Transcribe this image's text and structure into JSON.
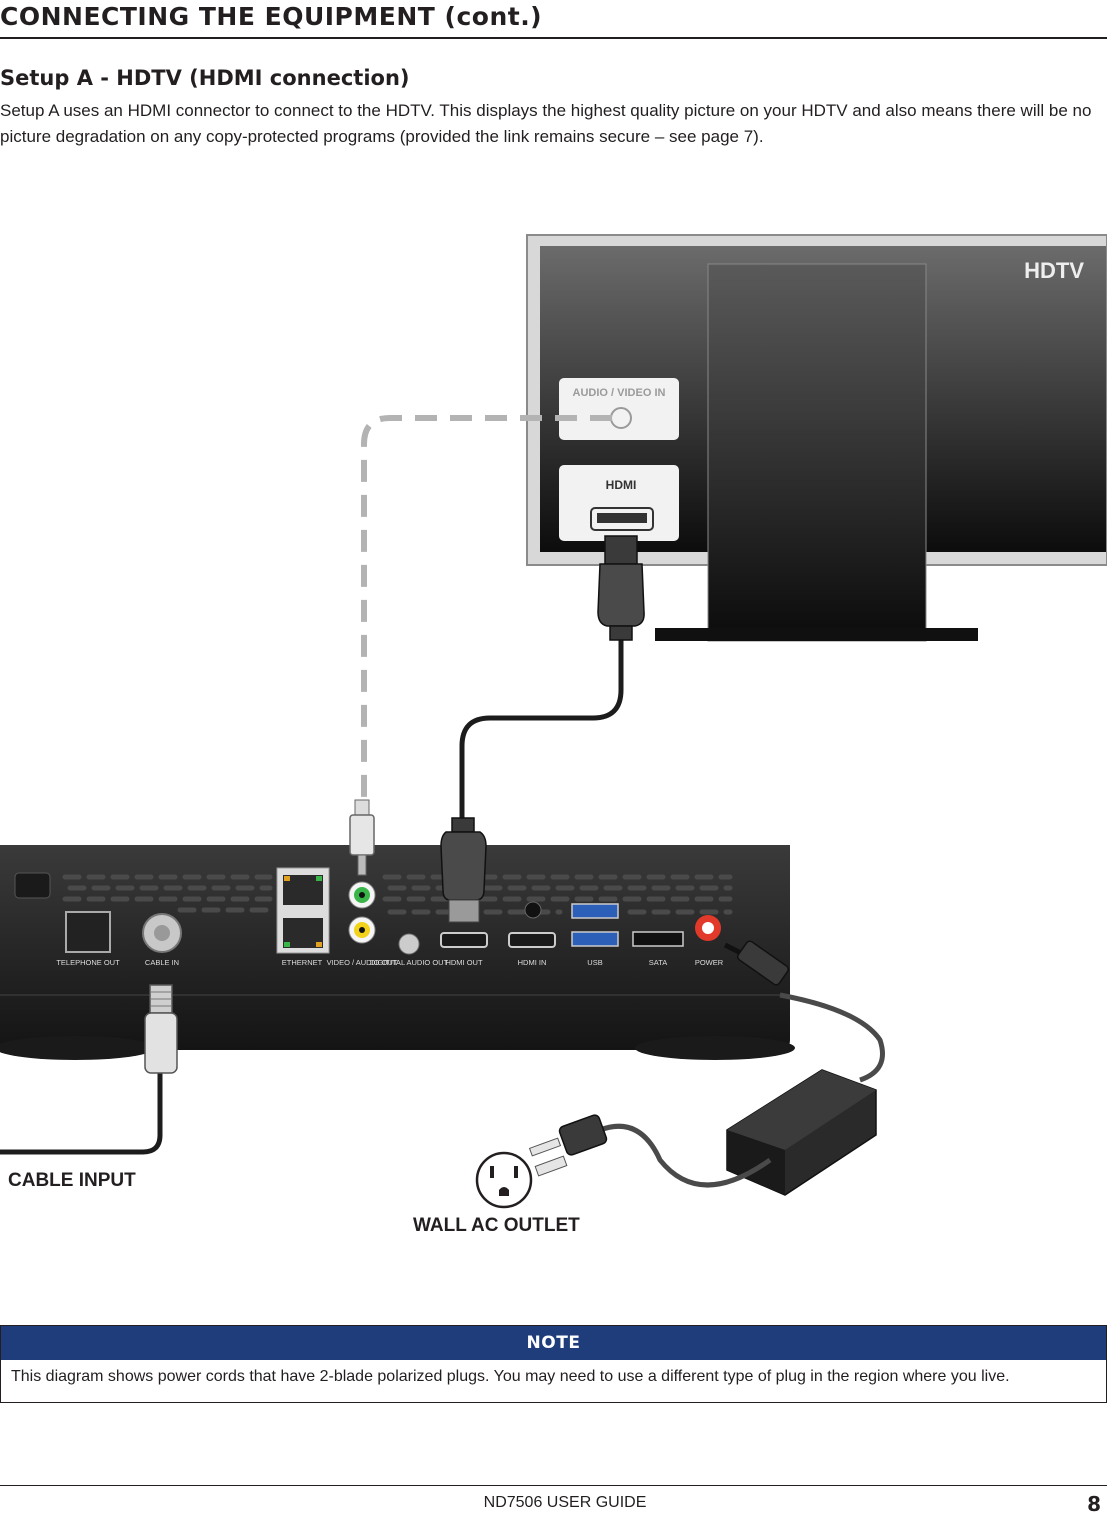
{
  "page": {
    "heading": "CONNECTING THE EQUIPMENT (cont.)",
    "section_title": "Setup A - HDTV (HDMI connection)",
    "intro": "Setup A uses an HDMI connector to connect to the HDTV. This displays the highest quality picture on your HDTV and also means there will be no picture degradation on any copy-protected programs (provided the link remains secure – see page 7)."
  },
  "diagram": {
    "tv": {
      "label": "HDTV",
      "av_port_label": "AUDIO / VIDEO IN",
      "hdmi_port_label": "HDMI"
    },
    "set_top_box": {
      "port_labels": [
        "TELEPHONE OUT",
        "CABLE IN",
        "ETHERNET",
        "VIDEO / AUDIO OUT",
        "DIGITITAL AUDIO OUT",
        "HDMI OUT",
        "HDMI IN",
        "USB",
        "SATA",
        "POWER"
      ]
    },
    "cable_input_label": "CABLE INPUT",
    "wall_outlet_label": "WALL AC OUTLET"
  },
  "note": {
    "header": "NOTE",
    "body": "This diagram shows power cords that have 2-blade polarized plugs. You may need to use a different type of plug in the region where you live."
  },
  "footer": {
    "guide": "ND7506 USER GUIDE",
    "page_number": "8"
  },
  "colors": {
    "note_header_bg": "#1f3d7a",
    "text": "#231f20"
  }
}
